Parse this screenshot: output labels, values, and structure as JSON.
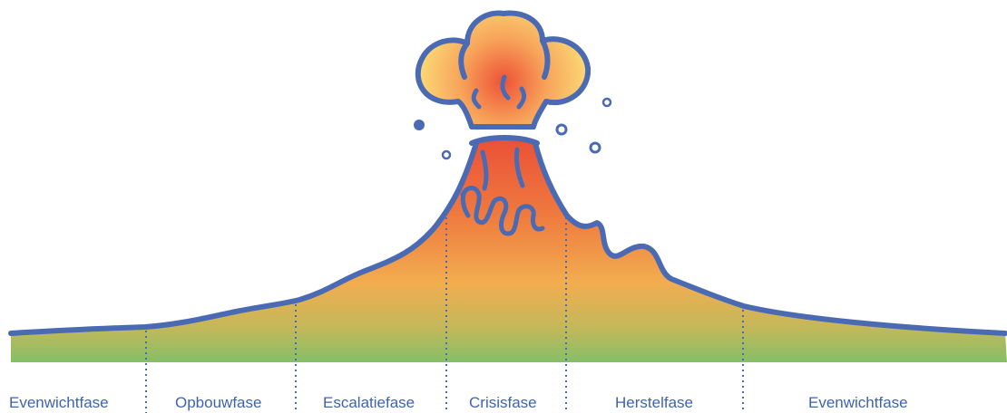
{
  "diagram": {
    "phases": [
      {
        "label": "Evenwichtfase"
      },
      {
        "label": "Opbouwfase"
      },
      {
        "label": "Escalatiefase"
      },
      {
        "label": "Crisisfase"
      },
      {
        "label": "Herstelfase"
      },
      {
        "label": "Evenwichtfase"
      }
    ],
    "colors": {
      "outline": "#4a6bb3",
      "ground": "#8ec16a",
      "mid": "#f2a64a",
      "lava": "#ec5a3a",
      "cloud_center": "#ef5d3d",
      "cloud_edge": "#fde37a"
    }
  }
}
